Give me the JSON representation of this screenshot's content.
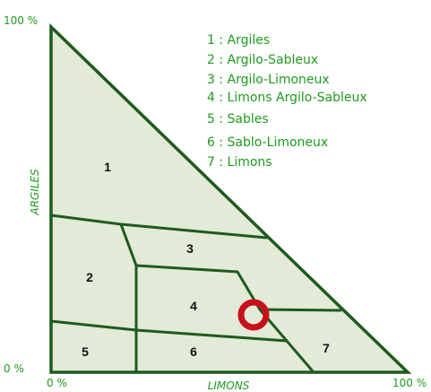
{
  "axes": {
    "y_top_label": "100 %",
    "y_bottom_label": "0 %",
    "y_title": "ARGILES",
    "x_left_label": "0 %",
    "x_right_label": "100 %",
    "x_title": "LIMONS"
  },
  "zones": [
    {
      "number": "1",
      "name": "1 : Argiles"
    },
    {
      "number": "2",
      "name": "2 : Argilo-Sableux"
    },
    {
      "number": "3",
      "name": "3 : Argilo-Limoneux"
    },
    {
      "number": "4",
      "name": "4 : Limons Argilo-Sableux"
    },
    {
      "number": "5",
      "name": "5 : Sables"
    },
    {
      "number": "6",
      "name": "6 : Sablo-Limoneux"
    },
    {
      "number": "7",
      "name": "7 : Limons"
    }
  ],
  "colors": {
    "fill": "#e3ead7",
    "lines": "#1f5a1f",
    "text": "#1e9a1e",
    "marker": "#c8101a"
  }
}
